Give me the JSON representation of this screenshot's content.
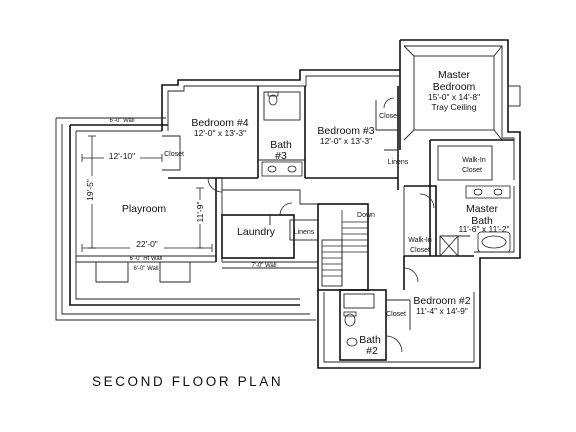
{
  "title": "SECOND FLOOR PLAN",
  "rooms": {
    "master_bedroom": {
      "name_line1": "Master",
      "name_line2": "Bedroom",
      "size": "15'-0\" x 14'-8\"",
      "note": "Tray Ceiling"
    },
    "bedroom4": {
      "name": "Bedroom #4",
      "size": "12'-0\" x 13'-3\""
    },
    "bedroom3": {
      "name": "Bedroom #3",
      "size": "12'-0\" x 13'-3\""
    },
    "bath3": {
      "name_line1": "Bath",
      "name_line2": "#3"
    },
    "bedroom2": {
      "name": "Bedroom #2",
      "size": "11'-4\" x 14'-9\""
    },
    "bath2": {
      "name_line1": "Bath",
      "name_line2": "#2"
    },
    "master_bath": {
      "name_line1": "Master",
      "name_line2": "Bath",
      "size": "11'-6\" x 11'-2\""
    },
    "playroom": {
      "name": "Playroom"
    },
    "laundry": {
      "name": "Laundry"
    },
    "walkin_closet_upper": {
      "line1": "Walk-In",
      "line2": "Closet"
    },
    "walkin_closet_lower": {
      "line1": "Walk-In",
      "line2": "Closet"
    }
  },
  "labels": {
    "closet_bedroom4": "Closet",
    "closet_bedroom3": "Closet",
    "closet_bedroom2": "Closet",
    "linens_upper": "Linens",
    "linens_lower": "Linens",
    "down": "Down",
    "wall_top": "6'-0\" Wall",
    "wall_bottom": "6'-0\" Wall",
    "wall_laundry": "7'-0\" Wall",
    "open_below": "6'-0\" Ht Wall"
  },
  "dimensions": {
    "playroom_top": "12'-10\"",
    "playroom_left": "19'-5\"",
    "playroom_right": "11'-9\"",
    "playroom_bottom": "22'-0\""
  }
}
